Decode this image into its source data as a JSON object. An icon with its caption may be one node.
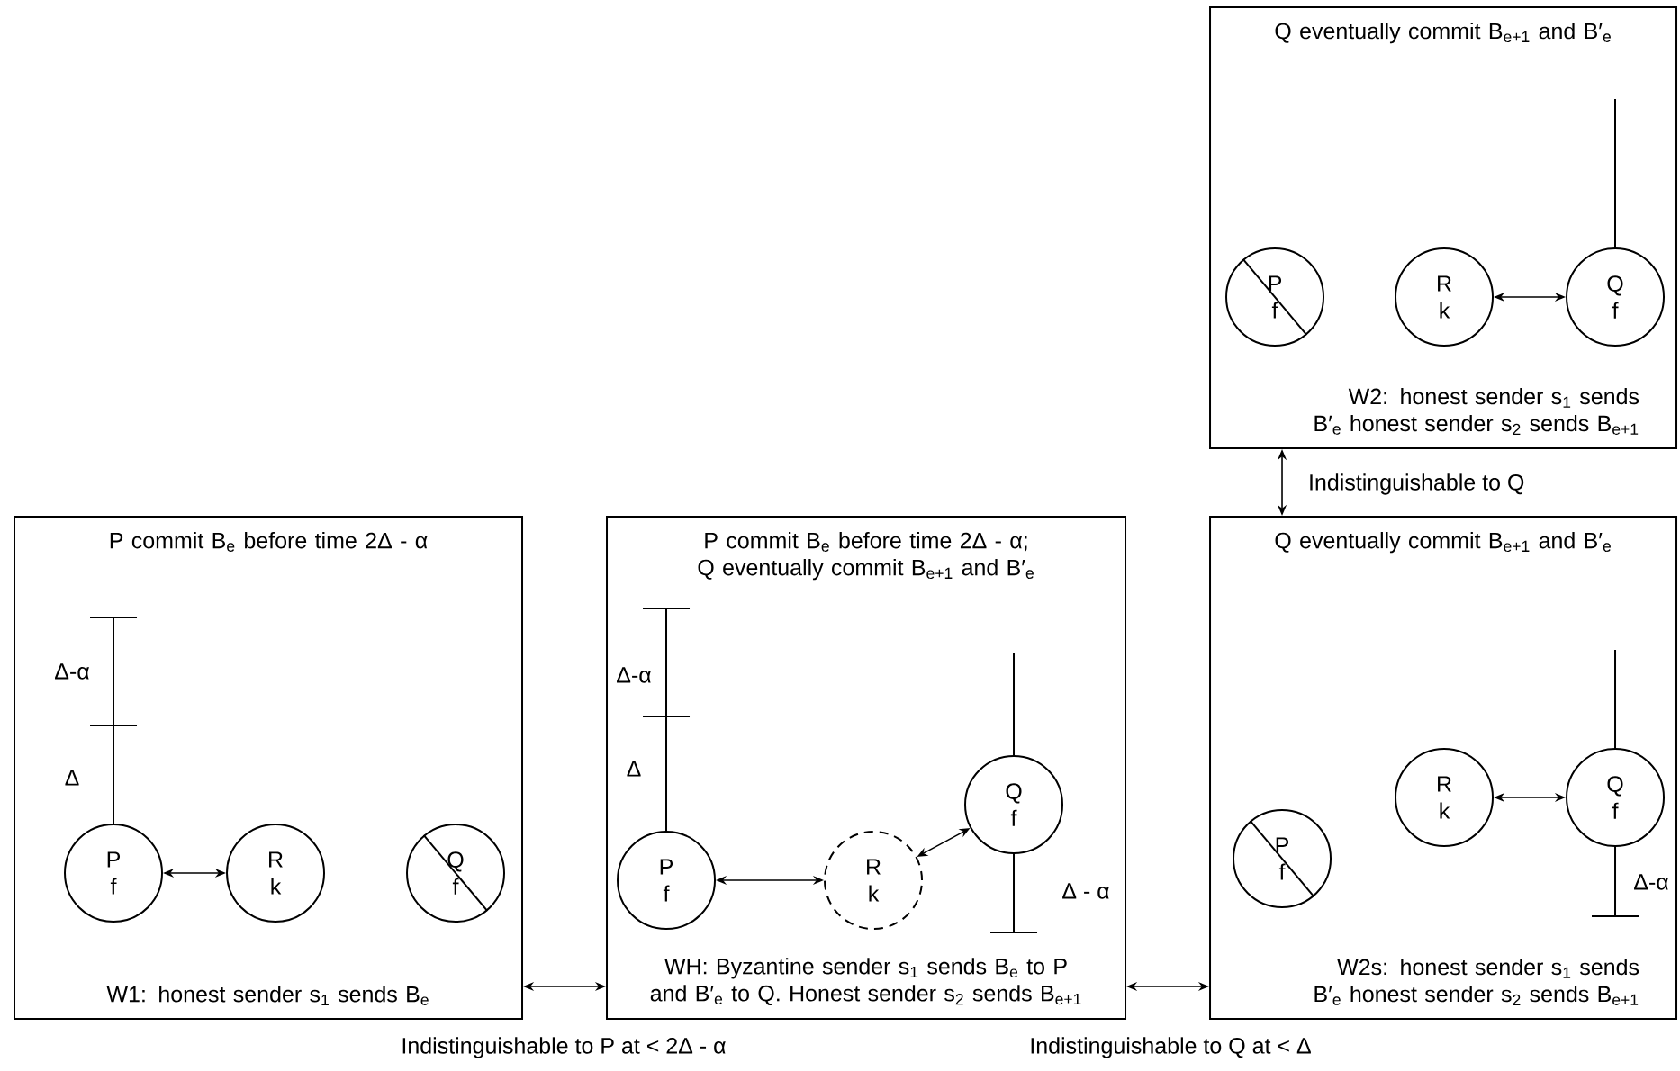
{
  "diagram": {
    "nodes": [
      {
        "text": [
          "P commit B$_{e}$ before time 2Δ - α",
          "W1: honest sender s$_{1}$ sends B$_{e}$"
        ]
      },
      {
        "text": [
          "P",
          "f"
        ],
        "in": 0
      },
      {
        "text": [
          "R",
          "k"
        ],
        "in": 0
      },
      {
        "text": [
          "Q",
          "f"
        ],
        "in": 0
      },
      {
        "text": [
          "P commit B$_{e}$ before time 2Δ - α; Q eventually commit B$_{e+1}$ and B′$_{e}$",
          "WH: Byzantine sender s$_{1}$ sends B$_{e}$ to P and B′$_{e}$ to Q. Honest sender s$_{2}$ sends B$_{e+1}$"
        ]
      },
      {
        "text": [
          "P",
          "f"
        ],
        "in": 4
      },
      {
        "text": [
          "R",
          "k"
        ],
        "in": 4
      },
      {
        "text": [
          "Q",
          "f"
        ],
        "in": 4
      },
      {
        "text": [
          "Q  eventually commit B$_{e+1}$ and B′$_{e}$",
          "W2s: honest sender s$_{1}$ sends B′$_{e}$ honest sender s$_{2}$ sends B$_{e+1}$"
        ]
      },
      {
        "text": [
          "P",
          "f"
        ],
        "in": 8
      },
      {
        "text": [
          "R",
          "k"
        ],
        "in": 8
      },
      {
        "text": [
          "Q",
          "f"
        ],
        "in": 8
      },
      {
        "text": [
          "Q  eventually commit B$_{e+1}$ and B′$_{e}$",
          "W2: honest sender s$_{1}$ sends B′$_{e}$ honest sender s$_{2}$ sends B$_{e+1}$"
        ]
      },
      {
        "text": [
          "P",
          "f"
        ],
        "in": 12
      },
      {
        "text": [
          "R",
          "k"
        ],
        "in": 12
      },
      {
        "text": [
          "Q",
          "f"
        ],
        "in": 12
      }
    ],
    "edges": [
      {
        "from": 1,
        "to": 2,
        "arrow": "both"
      },
      {
        "from": 0,
        "to": 4,
        "arrow": "both",
        "label": "Indistinguishable to P at < 2Δ - α"
      },
      {
        "from": 5,
        "to": 6,
        "arrow": "both"
      },
      {
        "from": 6,
        "to": 7,
        "arrow": "both"
      },
      {
        "from": 4,
        "to": 8,
        "arrow": "both",
        "label": "Indistinguishable to Q at < Δ"
      },
      {
        "from": 10,
        "to": 11,
        "arrow": "both"
      },
      {
        "from": 12,
        "to": 8,
        "arrow": "both",
        "label": "Indistinguishable to Q"
      },
      {
        "from": 14,
        "to": 15,
        "arrow": "both"
      }
    ],
    "labels": [
      "Δ-α",
      "Δ",
      "Δ-α",
      "Δ",
      "Δ - α",
      "Δ-α"
    ]
  }
}
